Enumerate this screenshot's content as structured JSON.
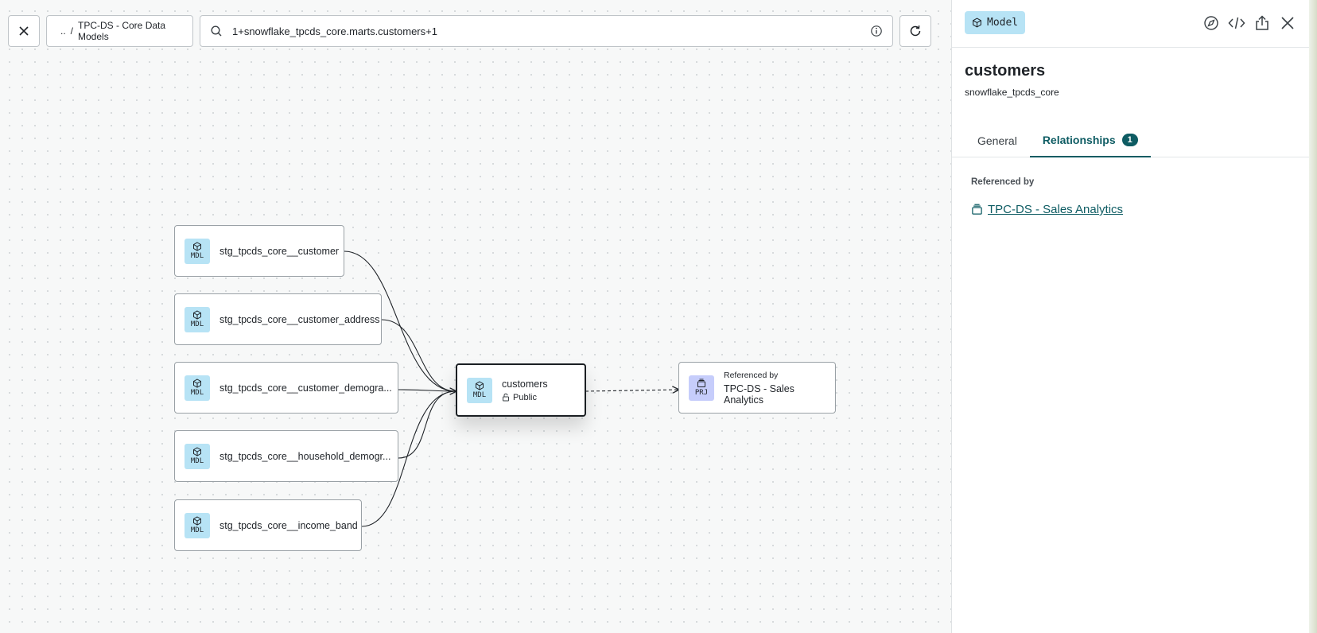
{
  "topbar": {
    "breadcrumb_parent": "..",
    "breadcrumb_separator": "/",
    "breadcrumb_current": "TPC-DS - Core Data Models",
    "search_value": "1+snowflake_tpcds_core.marts.customers+1"
  },
  "graph": {
    "upstream_nodes": [
      {
        "badge": "MDL",
        "label": "stg_tpcds_core__customer"
      },
      {
        "badge": "MDL",
        "label": "stg_tpcds_core__customer_address"
      },
      {
        "badge": "MDL",
        "label": "stg_tpcds_core__customer_demogra..."
      },
      {
        "badge": "MDL",
        "label": "stg_tpcds_core__household_demogr..."
      },
      {
        "badge": "MDL",
        "label": "stg_tpcds_core__income_band"
      }
    ],
    "selected_node": {
      "badge": "MDL",
      "label": "customers",
      "access": "Public"
    },
    "downstream_node": {
      "badge": "PRJ",
      "sublabel": "Referenced by",
      "label": "TPC-DS - Sales Analytics"
    }
  },
  "panel": {
    "type_tag": "Model",
    "title": "customers",
    "subtitle": "snowflake_tpcds_core",
    "tabs": [
      {
        "label": "General"
      },
      {
        "label": "Relationships",
        "count": "1"
      }
    ],
    "section_label": "Referenced by",
    "reference_link": "TPC-DS - Sales Analytics"
  },
  "colors": {
    "accent": "#0e5c63",
    "model_badge": "#b7e3f5",
    "project_badge": "#c6cdfb"
  },
  "icons": [
    "close-icon",
    "search-icon",
    "info-icon",
    "refresh-icon",
    "cube-icon",
    "lock-icon",
    "project-icon",
    "explore-icon",
    "code-icon",
    "share-icon"
  ]
}
